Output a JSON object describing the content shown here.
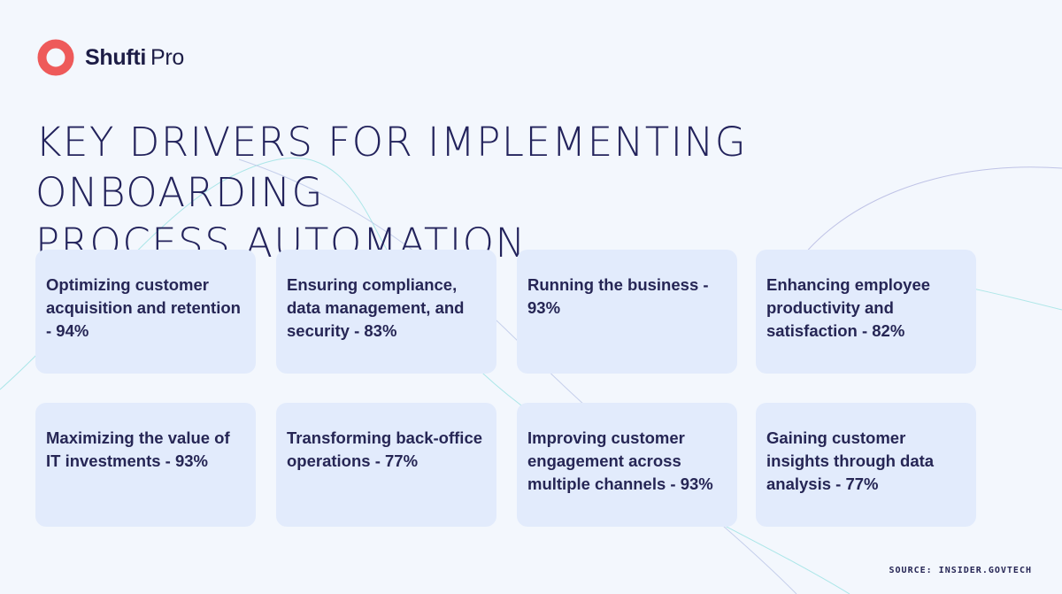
{
  "logo": {
    "text_bold": "Shufti",
    "text_light": "Pro"
  },
  "title_line1": "Key drivers for implementing onboarding",
  "title_line2": "process automation",
  "cards": [
    {
      "text": "Optimizing customer acquisition and retention - 94%"
    },
    {
      "text": "Ensuring compliance, data management, and security - 83%"
    },
    {
      "text": "Running the business - 93%"
    },
    {
      "text": "Enhancing employee productivity and satisfaction - 82%"
    },
    {
      "text": "Maximizing the value of IT investments - 93%"
    },
    {
      "text": "Transforming back-office operations - 77%"
    },
    {
      "text": "Improving customer engagement across multiple channels - 93%"
    },
    {
      "text": "Gaining customer insights through data analysis - 77%"
    }
  ],
  "source": "SOURCE: INSIDER.GOVTECH",
  "colors": {
    "brand": "#ee5a5a",
    "text": "#262655",
    "card": "#e2ebfc",
    "background": "#f3f7fd"
  }
}
